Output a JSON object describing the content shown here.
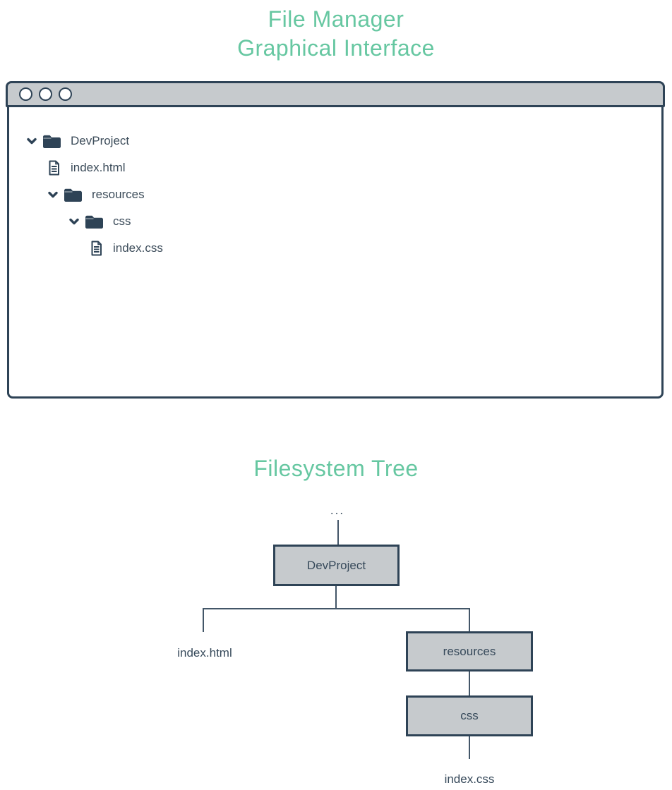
{
  "header": {
    "line1": "File Manager",
    "line2": "Graphical Interface"
  },
  "colors": {
    "accent": "#66c7a1",
    "navy": "#2e4356",
    "panel_gray": "#c6cacd",
    "connector_line": "#435668"
  },
  "file_manager": {
    "window_controls": [
      {
        "name": "close"
      },
      {
        "name": "minimize"
      },
      {
        "name": "maximize"
      }
    ],
    "tree": [
      {
        "label": "DevProject",
        "type": "folder",
        "expanded": true,
        "level": 0
      },
      {
        "label": "index.html",
        "type": "file",
        "level": 1
      },
      {
        "label": "resources",
        "type": "folder",
        "expanded": true,
        "level": 1
      },
      {
        "label": "css",
        "type": "folder",
        "expanded": true,
        "level": 2
      },
      {
        "label": "index.css",
        "type": "file",
        "level": 3
      }
    ]
  },
  "diagram": {
    "title": "Filesystem Tree",
    "root_ellipsis": "...",
    "nodes": [
      {
        "label": "DevProject",
        "style": "box"
      },
      {
        "label": "index.html",
        "style": "text"
      },
      {
        "label": "resources",
        "style": "box"
      },
      {
        "label": "css",
        "style": "box"
      },
      {
        "label": "index.css",
        "style": "text"
      }
    ]
  }
}
